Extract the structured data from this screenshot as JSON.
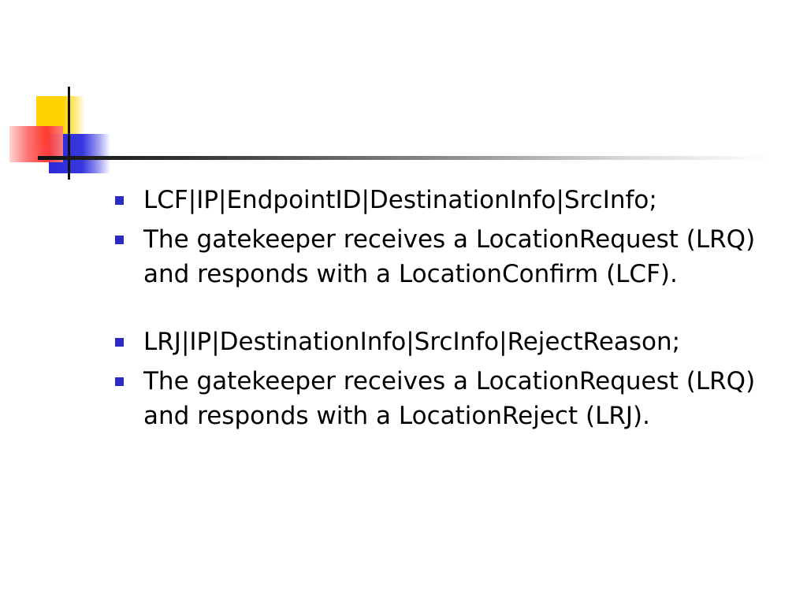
{
  "slide": {
    "colors": {
      "yellow": "#ffd200",
      "blue": "#2a2ad8",
      "red": "#ff3333",
      "bullet": "#2b2bc4",
      "text": "#000000"
    },
    "bullets": [
      {
        "text": "LCF|IP|EndpointID|DestinationInfo|SrcInfo;"
      },
      {
        "text": "The gatekeeper receives a LocationRequest (LRQ) and responds with a LocationConfirm (LCF)."
      },
      {
        "text": "LRJ|IP|DestinationInfo|SrcInfo|RejectReason;"
      },
      {
        "text": "The gatekeeper receives a LocationRequest (LRQ) and responds with a LocationReject (LRJ)."
      }
    ]
  }
}
